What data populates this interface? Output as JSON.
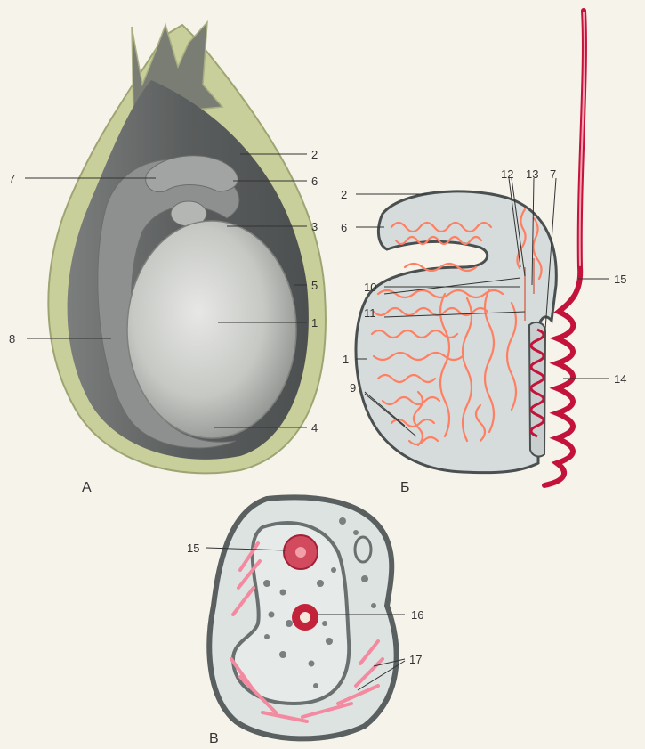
{
  "panels": {
    "a": "А",
    "b": "Б",
    "c": "В"
  },
  "labels": {
    "a": [
      "1",
      "2",
      "3",
      "4",
      "5",
      "6",
      "7",
      "8"
    ],
    "b": [
      "1",
      "2",
      "6",
      "7",
      "9",
      "10",
      "11",
      "12",
      "13",
      "14",
      "15"
    ],
    "c": [
      "15",
      "16",
      "17"
    ]
  },
  "colors": {
    "background": "#f6f3ea",
    "outer_tunic": "#c9cf9a",
    "cavity": "#5f6262",
    "testis": "#c8c9c6",
    "tubules": "#ff7f63",
    "duct": "#c3133a",
    "muscle": "#f38aa0"
  }
}
